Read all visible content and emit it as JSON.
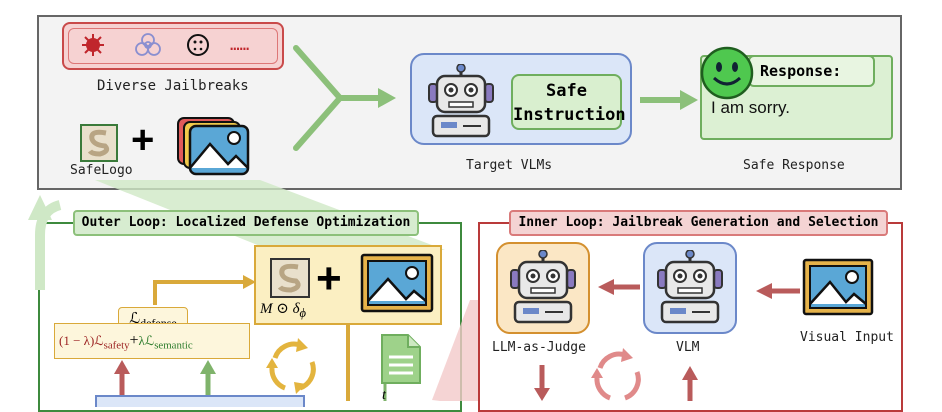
{
  "top": {
    "jailbreak_dots": "……",
    "jailbreak_caption": "Diverse Jailbreaks",
    "safelogo_caption": "SafeLogo",
    "safe_instruction_line1": "Safe",
    "safe_instruction_line2": "Instruction",
    "target_caption": "Target VLMs",
    "response_header": "Response:",
    "response_text": "I am sorry.",
    "safe_response_caption": "Safe Response",
    "plus": "+"
  },
  "outer": {
    "title": "Outer Loop: Localized Defense Optimization",
    "mask_formula": "M ⊙ δ",
    "mask_sub": "ϕ",
    "plus": "+",
    "ldefense": "ℒ",
    "ldefense_sub": "defense",
    "loss_lambda": "(1 − λ)ℒ",
    "loss_safety_sub": "safety",
    "loss_plus": "+",
    "loss_sem": "λℒ",
    "loss_sem_sub": "semantic",
    "t_label": "t"
  },
  "inner": {
    "title": "Inner Loop: Jailbreak Generation and Selection",
    "judge_caption": "LLM-as-Judge",
    "vlm_caption": "VLM",
    "visual_caption": "Visual Input"
  },
  "colors": {
    "green": "#7fb36b",
    "red": "#b95b5b",
    "blue": "#6b88c9",
    "orange": "#d9a93a"
  }
}
